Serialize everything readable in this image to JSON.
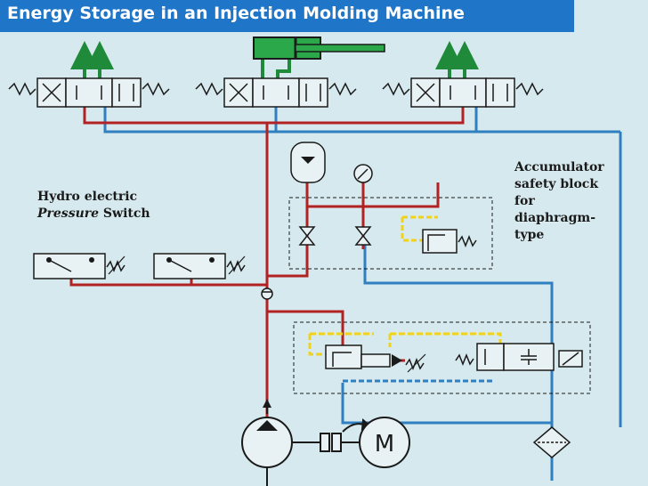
{
  "title": "Energy Storage in an Injection Molding Machine",
  "labels": {
    "pressure_switch_line1": "Hydro electric",
    "pressure_switch_word_italic": "Pressure",
    "pressure_switch_word_rest": " Switch",
    "accumulator_lines": [
      "Accumulator",
      "safety block",
      "for",
      "diaphragm-",
      "type"
    ],
    "motor": "M"
  },
  "colors": {
    "background": "#d6e9ee",
    "title_bar": "#1f75c8",
    "pressure_line": "#b32222",
    "return_line": "#2f7fc1",
    "actuator_line": "#1f8a3a",
    "pilot_line": "#f1d21a",
    "component_stroke": "#1a1a1a"
  }
}
